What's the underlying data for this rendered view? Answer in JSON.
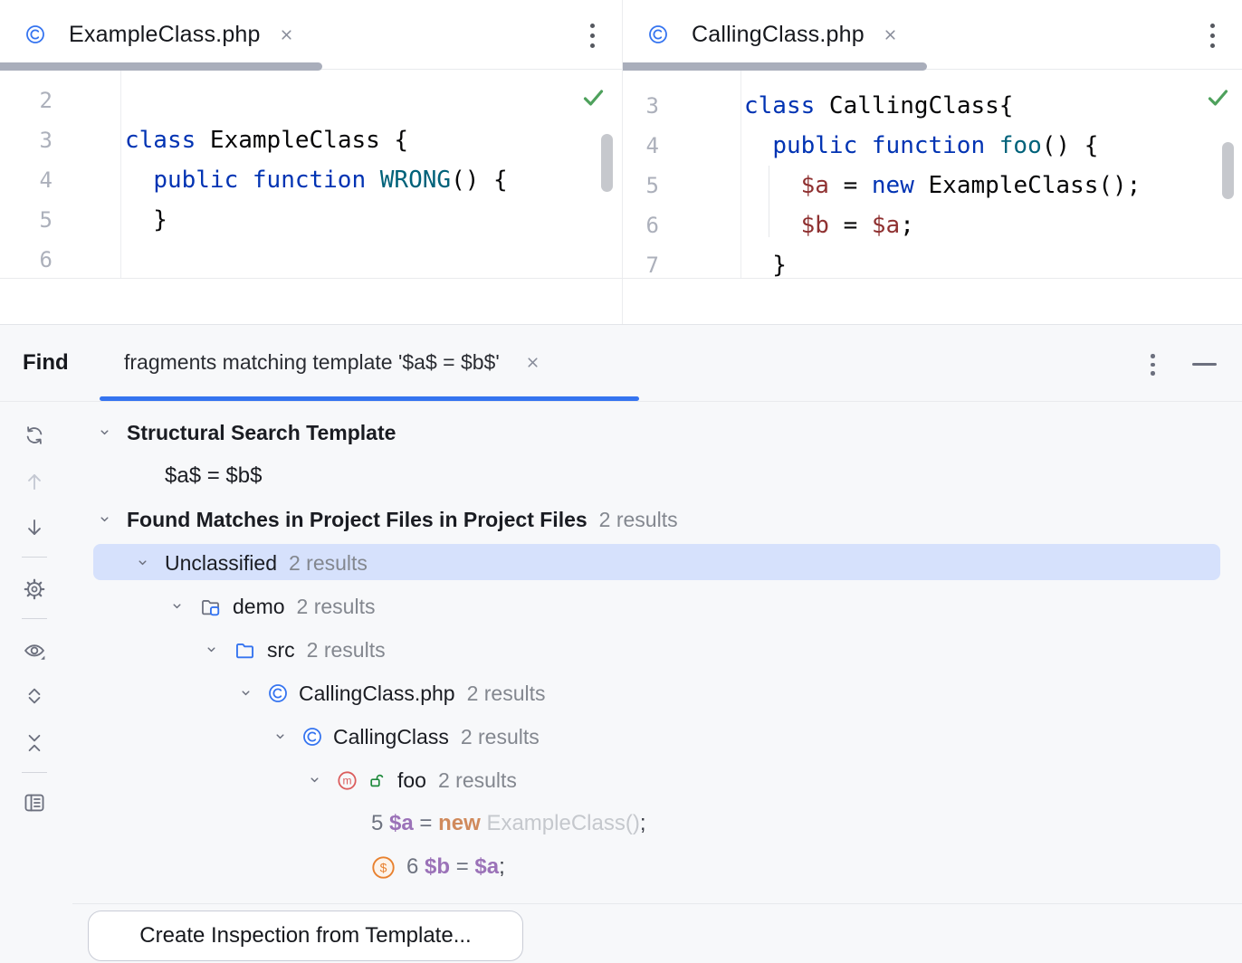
{
  "colors": {
    "accent_blue": "#3574F0",
    "keyword_blue": "#0033B3",
    "function_teal": "#00627A",
    "variable_maroon": "#8F3131",
    "match_variable_purple": "#9B72B8",
    "match_keyword_orange": "#D08A5C",
    "selection_blue": "#D6E1FC",
    "success_green": "#4EA15C",
    "panel_background": "#F7F8FA"
  },
  "editors": {
    "left": {
      "tab": {
        "title": "ExampleClass.php",
        "icon": "php-class-icon",
        "close": "close-icon"
      },
      "lines": [
        {
          "num": "2",
          "tokens": []
        },
        {
          "num": "3",
          "tokens": [
            {
              "t": "class",
              "c": "kw"
            },
            {
              "t": " ExampleClass {",
              "c": "pl"
            }
          ]
        },
        {
          "num": "4",
          "tokens": [
            {
              "t": "  ",
              "c": "pl"
            },
            {
              "t": "public function",
              "c": "kw"
            },
            {
              "t": " ",
              "c": "pl"
            },
            {
              "t": "WRONG",
              "c": "fn"
            },
            {
              "t": "() {",
              "c": "pl"
            }
          ]
        },
        {
          "num": "5",
          "tokens": [
            {
              "t": "  }",
              "c": "pl"
            }
          ]
        },
        {
          "num": "6",
          "tokens": []
        }
      ]
    },
    "right": {
      "tab": {
        "title": "CallingClass.php",
        "icon": "php-class-icon",
        "close": "close-icon"
      },
      "lines": [
        {
          "num": "3",
          "tokens": [
            {
              "t": "class",
              "c": "kw"
            },
            {
              "t": " CallingClass{",
              "c": "pl"
            }
          ]
        },
        {
          "num": "4",
          "tokens": [
            {
              "t": "  ",
              "c": "pl"
            },
            {
              "t": "public function",
              "c": "kw"
            },
            {
              "t": " ",
              "c": "pl"
            },
            {
              "t": "foo",
              "c": "fn"
            },
            {
              "t": "() {",
              "c": "pl"
            }
          ]
        },
        {
          "num": "5",
          "tokens": [
            {
              "t": "    ",
              "c": "pl"
            },
            {
              "t": "$a",
              "c": "var"
            },
            {
              "t": " = ",
              "c": "pl"
            },
            {
              "t": "new",
              "c": "kw"
            },
            {
              "t": " ExampleClass();",
              "c": "pl"
            }
          ]
        },
        {
          "num": "6",
          "tokens": [
            {
              "t": "    ",
              "c": "pl"
            },
            {
              "t": "$b",
              "c": "var"
            },
            {
              "t": " = ",
              "c": "pl"
            },
            {
              "t": "$a",
              "c": "var"
            },
            {
              "t": ";",
              "c": "pl"
            }
          ]
        },
        {
          "num": "7",
          "tokens": [
            {
              "t": "  }",
              "c": "pl"
            }
          ]
        }
      ]
    }
  },
  "find": {
    "label": "Find",
    "tab_title": "fragments matching template '$a$ = $b$'",
    "header_icons": [
      "more-options-icon",
      "minimize-icon"
    ],
    "toolbar_icons": [
      "refresh-icon",
      "arrow-up-icon",
      "arrow-down-icon",
      "separator",
      "gear-icon",
      "separator",
      "preview-icon",
      "expand-all-icon",
      "collapse-all-icon",
      "separator",
      "open-in-editor-icon"
    ],
    "tree": [
      {
        "level": 0,
        "chevron": true,
        "bold": true,
        "label": "Structural Search Template"
      },
      {
        "level": 1,
        "chevron": false,
        "plain_text": true,
        "label": "$a$ = $b$"
      },
      {
        "level": 0,
        "chevron": true,
        "bold": true,
        "label": "Found Matches in Project Files in Project Files",
        "count": "2 results"
      },
      {
        "level": 1,
        "chevron": true,
        "label": "Unclassified",
        "count": "2 results",
        "selected": true
      },
      {
        "level": 2,
        "chevron": true,
        "icons": [
          "module-folder-icon"
        ],
        "label": "demo",
        "count": "2 results"
      },
      {
        "level": 3,
        "chevron": true,
        "icons": [
          "src-folder-icon"
        ],
        "label": "src",
        "count": "2 results"
      },
      {
        "level": 4,
        "chevron": true,
        "icons": [
          "php-class-icon"
        ],
        "label": "CallingClass.php",
        "count": "2 results"
      },
      {
        "level": 5,
        "chevron": true,
        "icons": [
          "php-class-icon"
        ],
        "label": "CallingClass",
        "count": "2 results"
      },
      {
        "level": 6,
        "chevron": true,
        "icons": [
          "method-icon",
          "public-lock-icon"
        ],
        "label": "foo",
        "count": "2 results"
      },
      {
        "level": 7,
        "chevron": false,
        "match": [
          {
            "t": "5 ",
            "c": "num"
          },
          {
            "t": "$a",
            "c": "var"
          },
          {
            "t": " = ",
            "c": "op"
          },
          {
            "t": "new",
            "c": "kw"
          },
          {
            "t": " ",
            "c": "op"
          },
          {
            "t": "ExampleClass()",
            "c": "dim"
          },
          {
            "t": ";",
            "c": "p"
          }
        ]
      },
      {
        "level": 7,
        "chevron": false,
        "icons": [
          "match-dollar-icon"
        ],
        "match": [
          {
            "t": "6 ",
            "c": "num"
          },
          {
            "t": "$b",
            "c": "var"
          },
          {
            "t": " = ",
            "c": "op"
          },
          {
            "t": "$a",
            "c": "var"
          },
          {
            "t": ";",
            "c": "p"
          }
        ]
      }
    ],
    "footer_button": "Create Inspection from Template..."
  }
}
